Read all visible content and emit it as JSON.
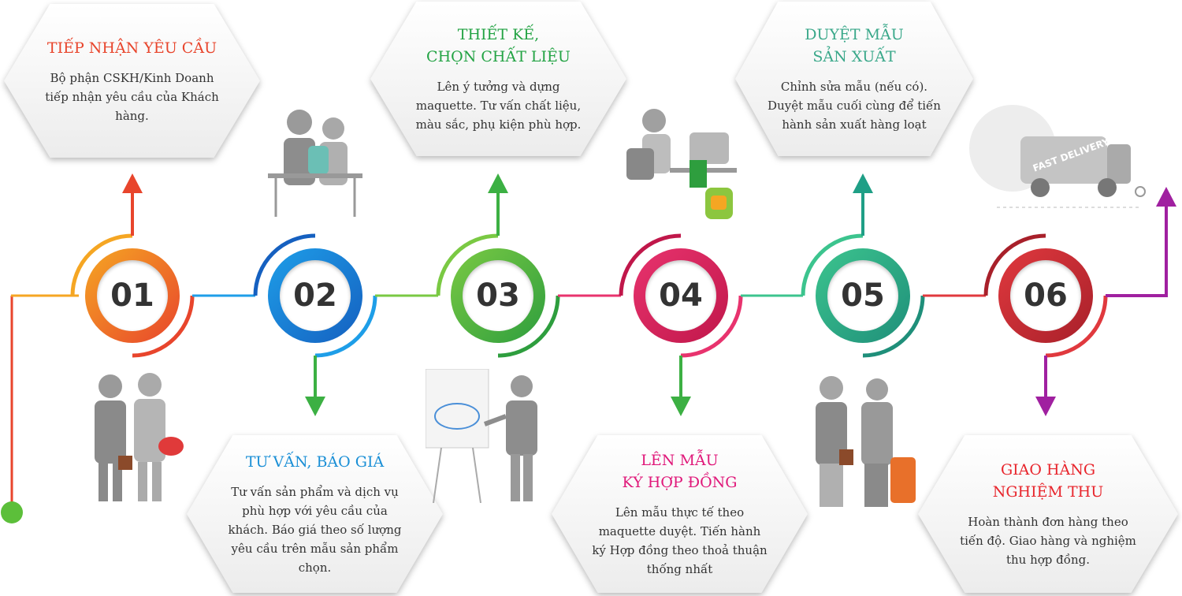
{
  "steps": [
    {
      "number": "01",
      "title": "TIẾP NHẬN YÊU CẦU",
      "description": "Bộ phận CSKH/Kinh Doanh\ntiếp nhận yêu cầu của Khách\nhàng.",
      "color": "#e8452c",
      "ring": [
        "#f5a623",
        "#e8452c"
      ]
    },
    {
      "number": "02",
      "title": "TƯ VẤN, BÁO GIÁ",
      "description": "Tư vấn sản phẩm và dịch vụ\nphù hợp với yêu cầu của\nkhách. Báo giá theo số lượng\nyêu cầu trên mẫu sản phẩm\nchọn.",
      "color": "#1a8fd6",
      "ring": [
        "#1e9ee8",
        "#1560c0"
      ]
    },
    {
      "number": "03",
      "title": "THIẾT KẾ,\nCHỌN CHẤT LIỆU",
      "description": "Lên ý tưởng và dựng\nmaquette. Tư vấn chất liệu,\nmàu sắc, phụ kiện phù hợp.",
      "color": "#23a344",
      "ring": [
        "#7ac943",
        "#2e9e3e"
      ]
    },
    {
      "number": "04",
      "title": "LÊN MẪU\nKÝ HỢP ĐỒNG",
      "description": "Lên mẫu thực tế theo\nmaquette duyệt. Tiến hành\nký Hợp đồng theo thoả thuận\nthống nhất",
      "color": "#e0197a",
      "ring": [
        "#e8336e",
        "#c0174a"
      ]
    },
    {
      "number": "05",
      "title": "DUYỆT MẪU\nSẢN XUẤT",
      "description": "Chỉnh sửa mẫu (nếu có).\nDuyệt mẫu cuối cùng để tiến\nhành sản xuất hàng loạt",
      "color": "#3aa88a",
      "ring": [
        "#3cc48e",
        "#1f8f7a"
      ]
    },
    {
      "number": "06",
      "title": "GIAO HÀNG\nNGHIỆM THU",
      "description": "Hoàn thành đơn hàng theo\ntiến độ. Giao hàng và nghiệm\nthu hợp đồng.",
      "color": "#e8252c",
      "ring": [
        "#e0393e",
        "#a8202a"
      ]
    }
  ],
  "arrow_colors": [
    "#e8452c",
    "#3cb043",
    "#3cb043",
    "#3cb043",
    "#1f9f86",
    "#a020a0"
  ],
  "final_arrow_color": "#a020a0",
  "start_dot_color": "#5cbf3a",
  "truck_text": "FAST DELIVERY"
}
